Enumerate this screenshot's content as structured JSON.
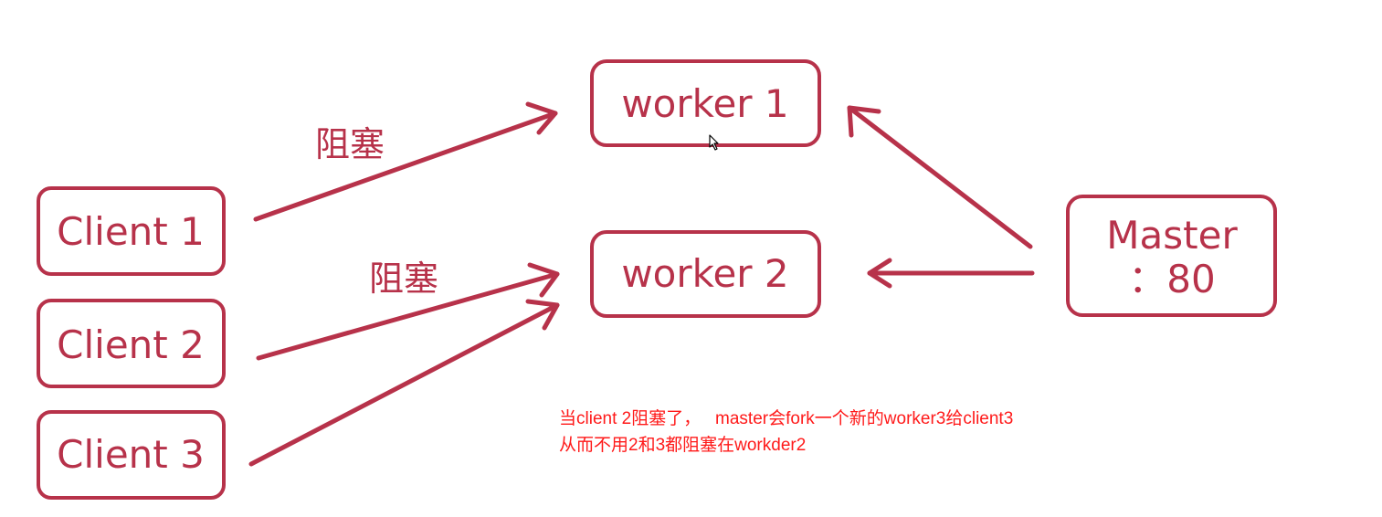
{
  "nodes": {
    "worker1": "worker 1",
    "worker2": "worker 2",
    "client1": "Client 1",
    "client2": "Client 2",
    "client3": "Client 3",
    "master_line1": "Master",
    "master_line2": "：80"
  },
  "edge_labels": {
    "client1_to_worker1": "阻塞",
    "client2_to_worker2": "阻塞"
  },
  "note": {
    "line1": "当client 2阻塞了，   master会fork一个新的worker3给client3",
    "line2": "从而不用2和3都阻塞在workder2"
  },
  "colors": {
    "accent": "#b7324a",
    "note": "#ff1a1a"
  }
}
